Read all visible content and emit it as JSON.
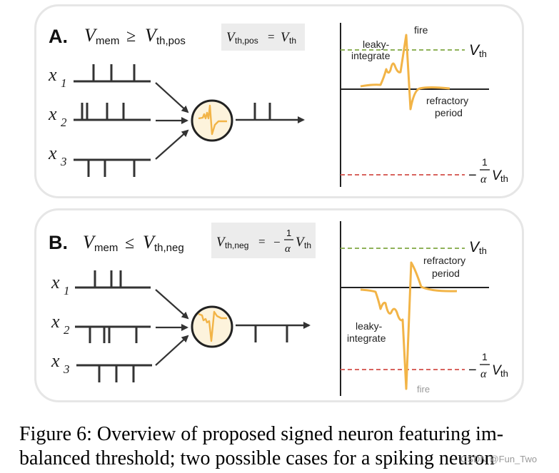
{
  "panel_a": {
    "letter": "A.",
    "condition": {
      "lhs": "V",
      "lhs_sub": "mem",
      "op": "≥",
      "rhs": "V",
      "rhs_sub": "th,pos"
    },
    "threshold_box": {
      "lhs": "V",
      "lhs_sub": "th,pos",
      "eq": "=",
      "rhs": "V",
      "rhs_sub": "th"
    },
    "inputs": [
      {
        "name": "x",
        "sub": "1"
      },
      {
        "name": "x",
        "sub": "2"
      },
      {
        "name": "x",
        "sub": "3"
      }
    ],
    "trace": {
      "fire": "fire",
      "leaky_1": "leaky-",
      "leaky_2": "integrate",
      "refractory_1": "refractory",
      "refractory_2": "period",
      "vth": "V",
      "vth_sub": "th",
      "neg_prefix": "−",
      "neg_num": "1",
      "neg_den": "α",
      "neg_v": "V",
      "neg_sub": "th"
    }
  },
  "panel_b": {
    "letter": "B.",
    "condition": {
      "lhs": "V",
      "lhs_sub": "mem",
      "op": "≤",
      "rhs": "V",
      "rhs_sub": "th,neg"
    },
    "threshold_box": {
      "lhs": "V",
      "lhs_sub": "th,neg",
      "eq": "=",
      "neg": "−",
      "num": "1",
      "den": "α",
      "rhs": "V",
      "rhs_sub": "th"
    },
    "inputs": [
      {
        "name": "x",
        "sub": "1"
      },
      {
        "name": "x",
        "sub": "2"
      },
      {
        "name": "x",
        "sub": "3"
      }
    ],
    "trace": {
      "fire": "fire",
      "leaky_1": "leaky-",
      "leaky_2": "integrate",
      "refractory_1": "refractory",
      "refractory_2": "period",
      "vth": "V",
      "vth_sub": "th",
      "neg_prefix": "−",
      "neg_num": "1",
      "neg_den": "α",
      "neg_v": "V",
      "neg_sub": "th"
    }
  },
  "colors": {
    "threshold_pos": "#8fb25a",
    "threshold_neg": "#d9645f",
    "trace": "#f2b447",
    "neuron_fill": "#fdf3dc"
  },
  "caption": {
    "line1": "Figure 6: Overview of proposed signed neuron featuring im-",
    "line2": "balanced threshold; two possible cases for a spiking neuron"
  },
  "watermark": "CSDN @Fun_Two"
}
